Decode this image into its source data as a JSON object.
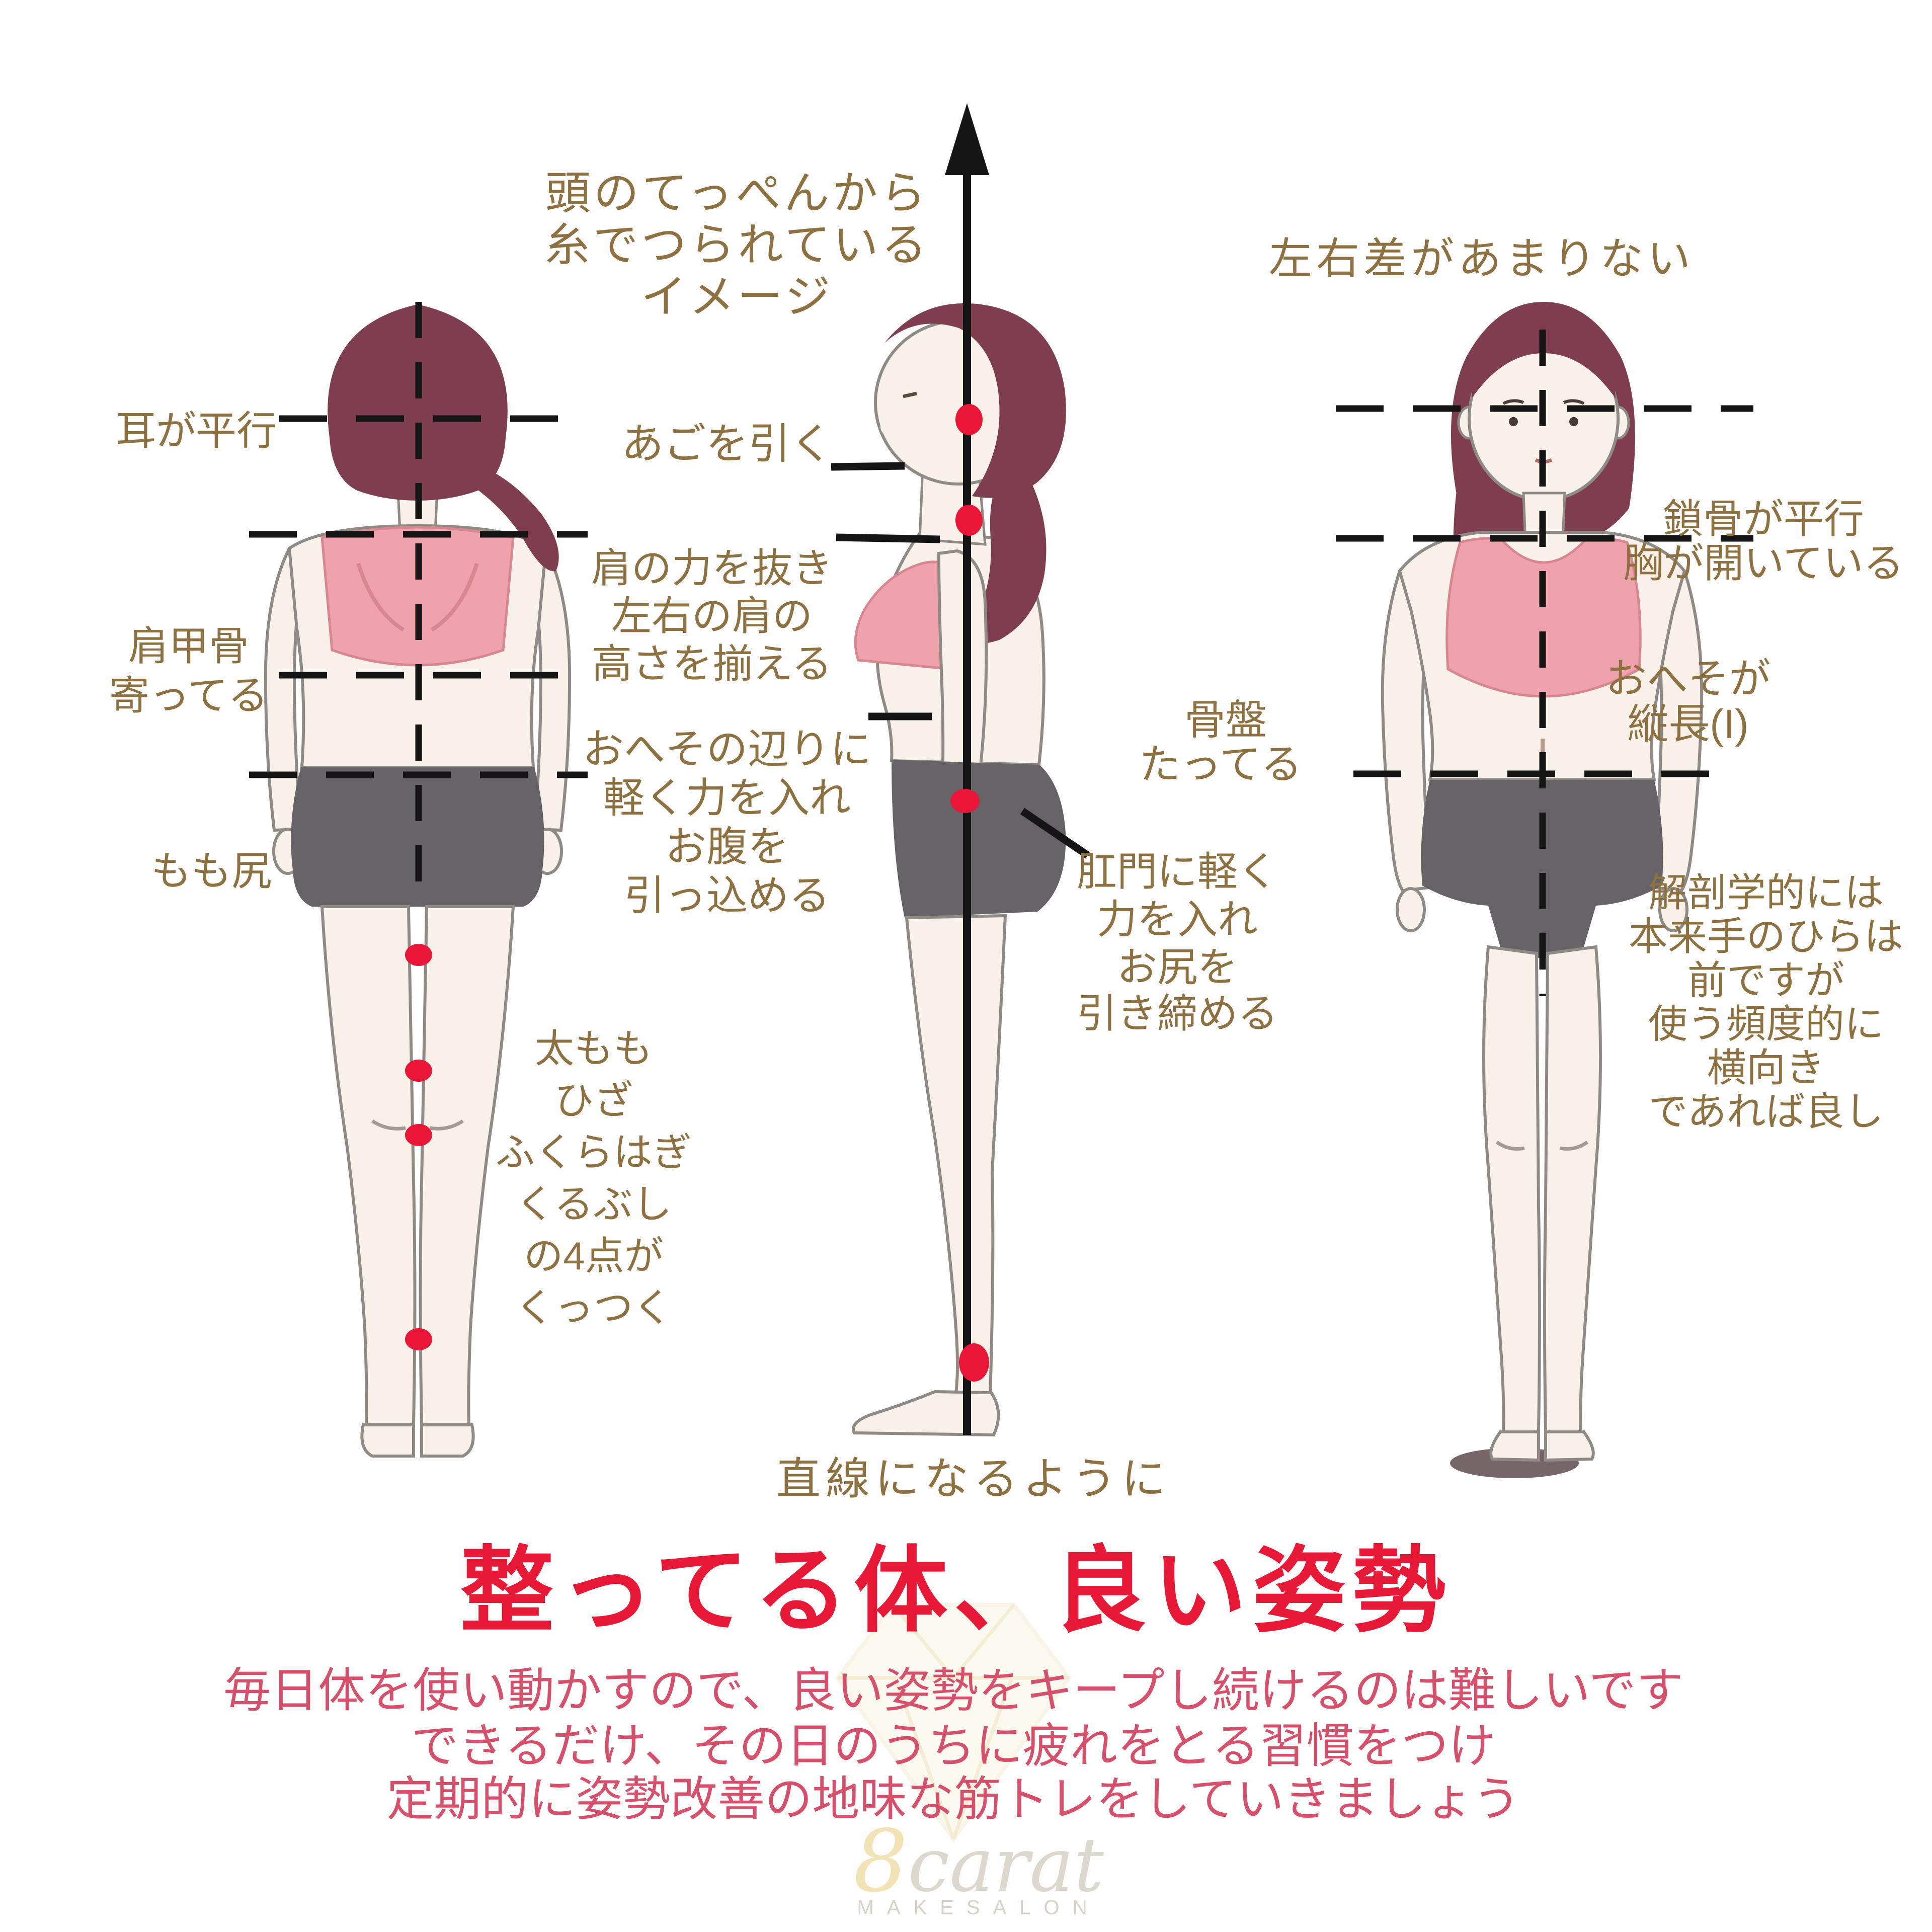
{
  "poster": {
    "theme": "posture-infographic",
    "colors": {
      "label_gold": "#8e7140",
      "title_red": "#e81937",
      "paragraph_pink": "#d6506b",
      "hair": "#7e3e4f",
      "skin": "#f7f1ea",
      "bra_pink": "#eea2ac",
      "shorts_gray": "#656366",
      "marker_red": "#ea1638",
      "line_black": "#151515",
      "watermark_gold": "#e9d8a2"
    },
    "icons": {
      "up_arrow": "vertical-plumb-line-arrow",
      "red_dot": "alignment-point-marker",
      "dashed_line": "alignment-guide",
      "diamond": "brand-watermark"
    }
  },
  "annotations": {
    "suspended": {
      "l1": "頭のてっぺんから",
      "l2": "糸でつられている",
      "l3": "イメージ"
    },
    "back_view": {
      "ears": "耳が平行",
      "scapula_l1": "肩甲骨",
      "scapula_l2": "寄ってる",
      "thigh_hip": "もも尻",
      "four_points": [
        "太もも",
        "ひざ",
        "ふくらはぎ",
        "くるぶし",
        "の4点が",
        "くっつく"
      ]
    },
    "side_view": {
      "chin": "あごを引く",
      "shoulders": [
        "肩の力を抜き",
        "左右の肩の",
        "高さを揃える"
      ],
      "navel": [
        "おへその辺りに",
        "軽く力を入れ",
        "お腹を",
        "引っ込める"
      ],
      "pelvis": [
        "骨盤",
        "たってる"
      ],
      "glutes": [
        "肛門に軽く",
        "力を入れ",
        "お尻を",
        "引き締める"
      ],
      "straight": "直線になるように"
    },
    "front_view": {
      "symmetry": "左右差があまりない",
      "clavicle": [
        "鎖骨が平行",
        "胸が開いている"
      ],
      "navel": [
        "おへそが",
        "縦長(I)"
      ],
      "palms": [
        "解剖学的には",
        "本来手のひらは",
        "前ですが",
        "使う頻度的に",
        "横向き",
        "であれば良し"
      ]
    }
  },
  "footer": {
    "title": "整ってる体、良い姿勢",
    "para1": "毎日体を使い動かすので、良い姿勢をキープし続けるのは難しいです",
    "para2": "できるだけ、その日のうちに疲れをとる習慣をつけ",
    "para3": "定期的に姿勢改善の地味な筋トレをしていきましょう"
  },
  "watermark": {
    "brand_number": "8",
    "brand_word": "carat",
    "sub": "MAKESALON"
  }
}
